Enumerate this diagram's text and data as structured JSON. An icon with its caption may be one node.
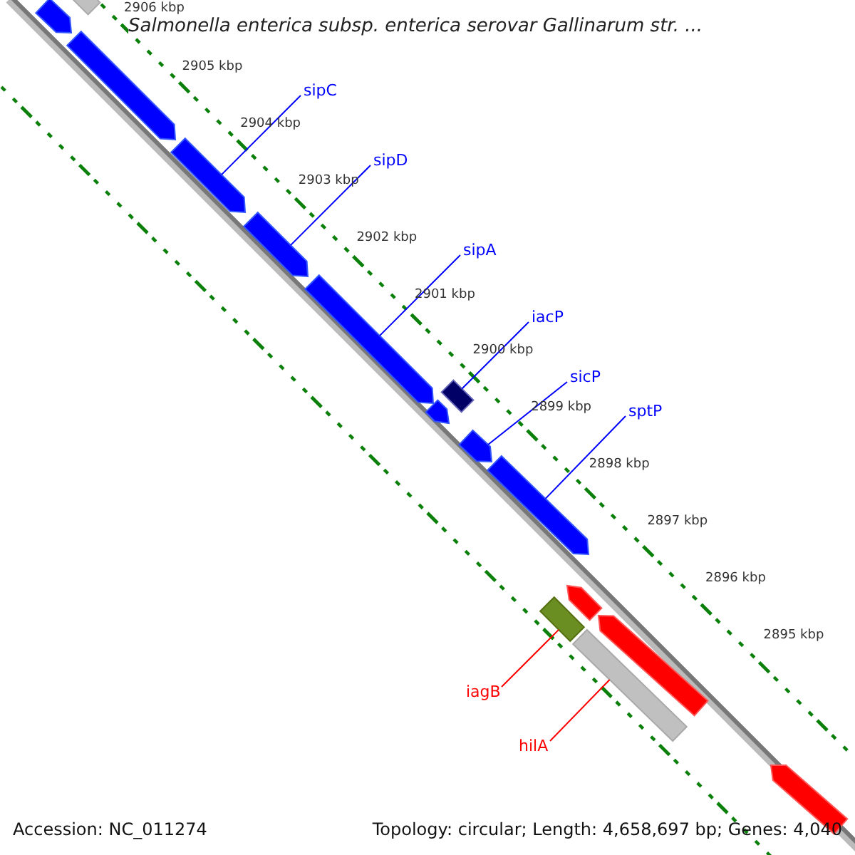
{
  "diagram": {
    "title": "Salmonella enterica subsp. enterica serovar Gallinarum str. ...",
    "nodes": [
      {
        "text": [
          "sipC"
        ]
      },
      {
        "text": [
          "sipD"
        ]
      },
      {
        "text": [
          "sipA"
        ]
      },
      {
        "text": [
          "iacP"
        ]
      },
      {
        "text": [
          "sicP"
        ]
      },
      {
        "text": [
          "sptP"
        ]
      },
      {
        "text": [
          "iagB"
        ]
      },
      {
        "text": [
          "hilA"
        ]
      },
      {
        "text": [],
        "shape": "arrow"
      },
      {
        "text": [],
        "shape": "arrow"
      },
      {
        "text": [],
        "shape": "arrow"
      },
      {
        "text": [],
        "shape": "box"
      },
      {
        "text": [],
        "shape": "arrow"
      },
      {
        "text": [],
        "shape": "arrow"
      },
      {
        "text": [],
        "shape": "box"
      },
      {
        "text": [],
        "shape": "box"
      },
      {
        "text": [],
        "shape": "box"
      },
      {
        "text": [],
        "shape": "arrow"
      },
      {
        "text": [],
        "shape": "arrow"
      },
      {
        "text": [],
        "shape": "arrow"
      },
      {
        "text": [],
        "shape": "arrow"
      },
      {
        "text": [],
        "shape": "arrow"
      },
      {
        "text": [],
        "shape": "arrow"
      }
    ],
    "edges": [
      {
        "from": 0,
        "to": 8,
        "arrow": "none"
      },
      {
        "from": 1,
        "to": 9,
        "arrow": "none"
      },
      {
        "from": 2,
        "to": 10,
        "arrow": "none"
      },
      {
        "from": 3,
        "to": 11,
        "arrow": "none"
      },
      {
        "from": 4,
        "to": 12,
        "arrow": "none"
      },
      {
        "from": 5,
        "to": 13,
        "arrow": "none"
      },
      {
        "from": 6,
        "to": 14,
        "arrow": "none",
        "color": "#ff0000"
      },
      {
        "from": 7,
        "to": 15,
        "arrow": "none",
        "color": "#ff0000"
      }
    ],
    "labels": [
      "2906 kbp",
      "2905 kbp",
      "2904 kbp",
      "2903 kbp",
      "2902 kbp",
      "2901 kbp",
      "2900 kbp",
      "2899 kbp",
      "2898 kbp",
      "2897 kbp",
      "2896 kbp",
      "2895 kbp",
      "Accession: NC_011274",
      "Topology: circular; Length: 4,658,697 bp; Genes: 4,040"
    ]
  }
}
